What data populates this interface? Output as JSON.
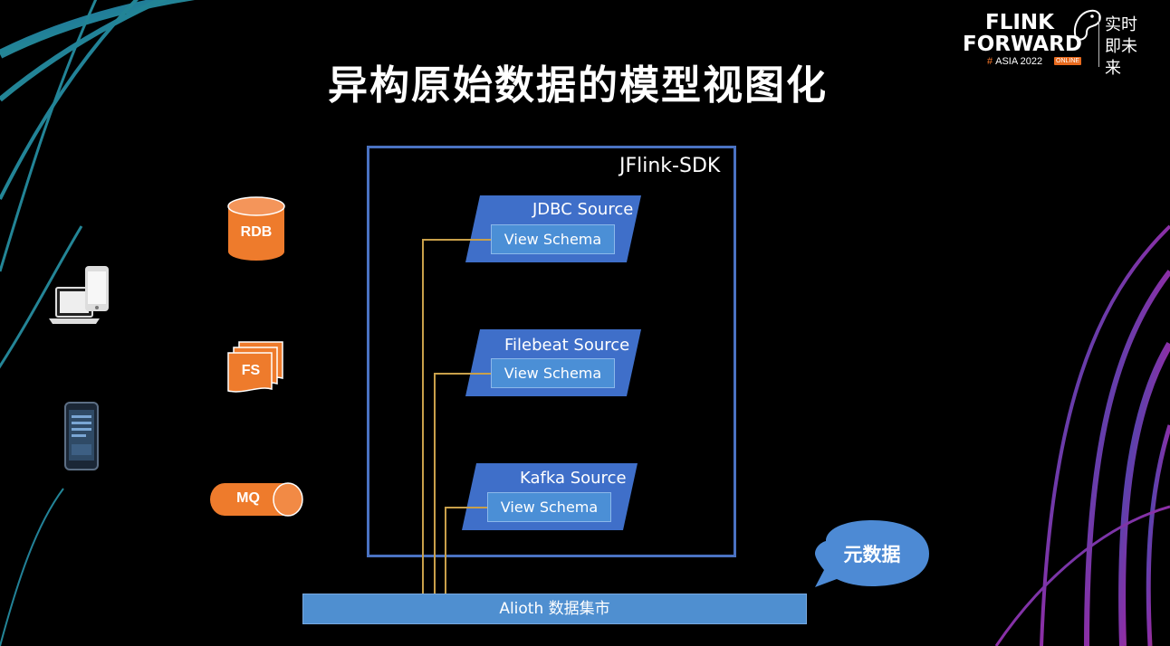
{
  "title": "异构原始数据的模型视图化",
  "logo": {
    "line1": "FLINK",
    "line2": "FORWARD",
    "hash": "#",
    "line3": "ASIA 2022",
    "badge": "ONLINE",
    "slogan": "实时即未来"
  },
  "sdk": {
    "label": "JFlink-SDK",
    "sources": [
      {
        "label": "JDBC Source",
        "schema": "View Schema"
      },
      {
        "label": "Filebeat Source",
        "schema": "View Schema"
      },
      {
        "label": "Kafka Source",
        "schema": "View Schema"
      }
    ]
  },
  "data_sources": {
    "rdb": "RDB",
    "fs": "FS",
    "mq": "MQ"
  },
  "bottom_bar": "Alioth 数据集市",
  "callout": "元数据",
  "colors": {
    "frame": "#4a72c2",
    "source_shape": "#3f6fc9",
    "view_schema": "#4b8fd6",
    "connector": "#c9a04a",
    "storage_icon": "#ee7b2c",
    "callout": "#4d8ad4"
  }
}
